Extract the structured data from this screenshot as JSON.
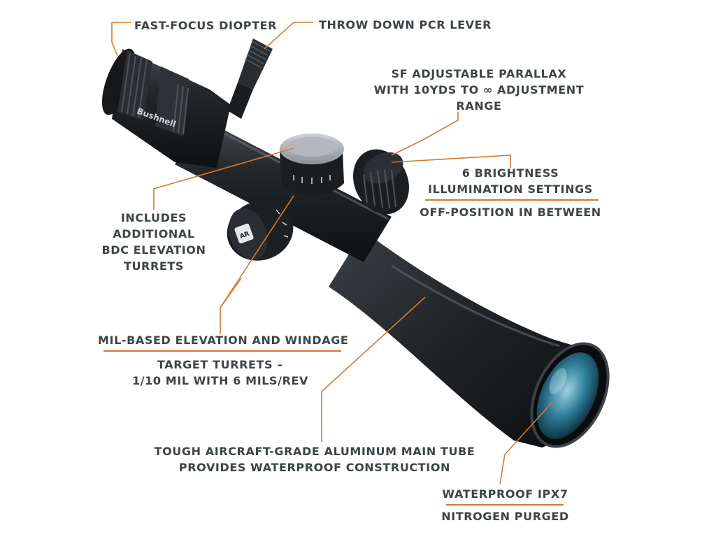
{
  "brand": "Bushnell",
  "colors": {
    "accent": "#d9772f",
    "text": "#3d4448",
    "scope_body": "#1e2124"
  },
  "callouts": {
    "diopter": "FAST-FOCUS DIOPTER",
    "pcr_lever": "THROW DOWN PCR LEVER",
    "parallax": [
      "SF ADJUSTABLE PARALLAX",
      "WITH 10YDS TO ∞ ADJUSTMENT",
      "RANGE"
    ],
    "brightness": [
      "6 BRIGHTNESS",
      "ILLUMINATION SETTINGS"
    ],
    "brightness_sub": "OFF-POSITION IN BETWEEN",
    "bdc": [
      "INCLUDES",
      "ADDITIONAL",
      "BDC ELEVATION",
      "TURRETS"
    ],
    "turrets": "MIL-BASED ELEVATION AND WINDAGE",
    "turrets_sub": [
      "TARGET TURRETS –",
      "1/10 MIL WITH 6 MILS/REV"
    ],
    "tube": [
      "TOUGH AIRCRAFT-GRADE ALUMINUM MAIN TUBE",
      "PROVIDES WATERPROOF CONSTRUCTION"
    ],
    "waterproof": "WATERPROOF IPX7",
    "nitrogen": "NITROGEN PURGED"
  }
}
